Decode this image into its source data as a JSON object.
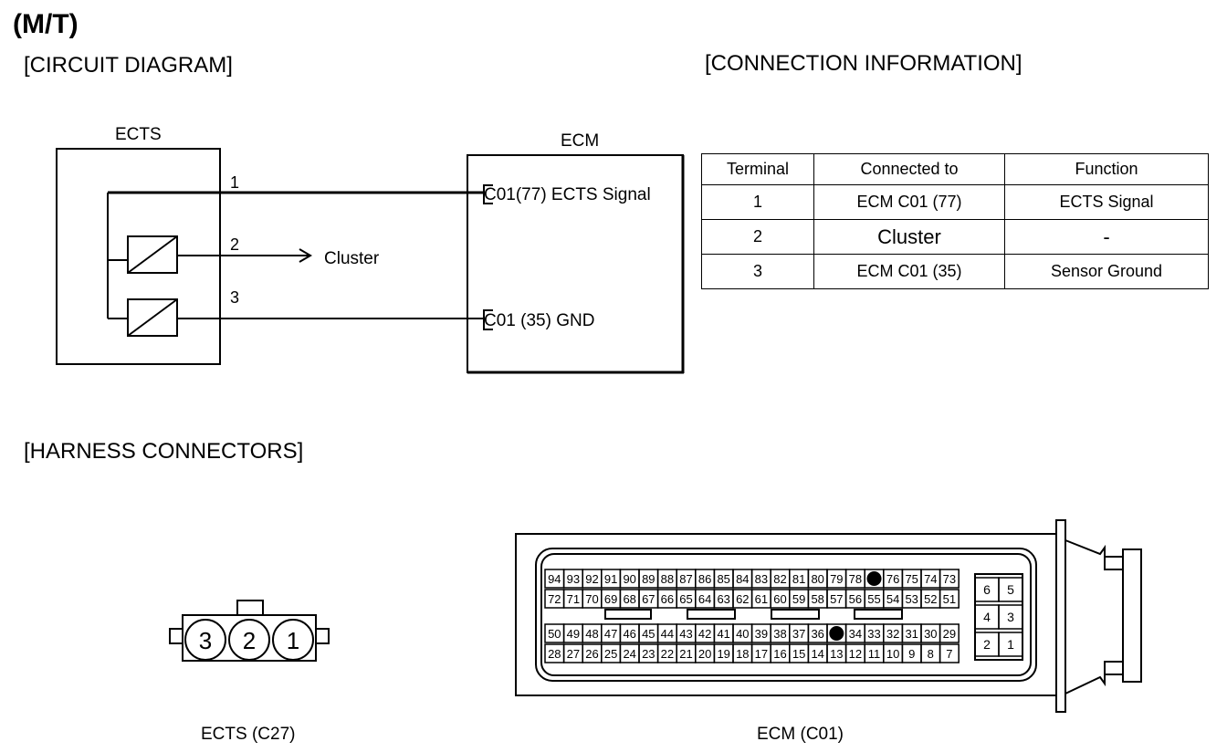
{
  "title": "(M/T)",
  "sections": {
    "circuit": "[CIRCUIT DIAGRAM]",
    "connection": "[CONNECTION INFORMATION]",
    "harness": "[HARNESS CONNECTORS]"
  },
  "circuit": {
    "ects_label": "ECTS",
    "ecm_label": "ECM",
    "pin1": "1",
    "pin2": "2",
    "pin3": "3",
    "cluster": "Cluster",
    "ecm_sig": "C01(77)  ECTS Signal",
    "ecm_gnd": "C01 (35)  GND"
  },
  "table": {
    "headers": [
      "Terminal",
      "Connected to",
      "Function"
    ],
    "rows": [
      [
        "1",
        "ECM C01 (77)",
        "ECTS Signal"
      ],
      [
        "2",
        "Cluster",
        "-"
      ],
      [
        "3",
        "ECM C01 (35)",
        "Sensor Ground"
      ]
    ]
  },
  "connectors": {
    "ects_pins": [
      "3",
      "2",
      "1"
    ],
    "ects_caption": "ECTS (C27)",
    "ecm_caption": "ECM (C01)",
    "ecm_row1": [
      "94",
      "93",
      "92",
      "91",
      "90",
      "89",
      "88",
      "87",
      "86",
      "85",
      "84",
      "83",
      "82",
      "81",
      "80",
      "79",
      "78",
      "",
      "76",
      "75",
      "74",
      "73"
    ],
    "ecm_row2": [
      "72",
      "71",
      "70",
      "69",
      "68",
      "67",
      "66",
      "65",
      "64",
      "63",
      "62",
      "61",
      "60",
      "59",
      "58",
      "57",
      "56",
      "55",
      "54",
      "53",
      "52",
      "51"
    ],
    "ecm_row3": [
      "50",
      "49",
      "48",
      "47",
      "46",
      "45",
      "44",
      "43",
      "42",
      "41",
      "40",
      "39",
      "38",
      "37",
      "36",
      "",
      "34",
      "33",
      "32",
      "31",
      "30",
      "29"
    ],
    "ecm_row4": [
      "28",
      "27",
      "26",
      "25",
      "24",
      "23",
      "22",
      "21",
      "20",
      "19",
      "18",
      "17",
      "16",
      "15",
      "14",
      "13",
      "12",
      "11",
      "10",
      "9",
      "8",
      "7"
    ],
    "ecm_small": [
      "6",
      "5",
      "4",
      "3",
      "2",
      "1"
    ]
  }
}
